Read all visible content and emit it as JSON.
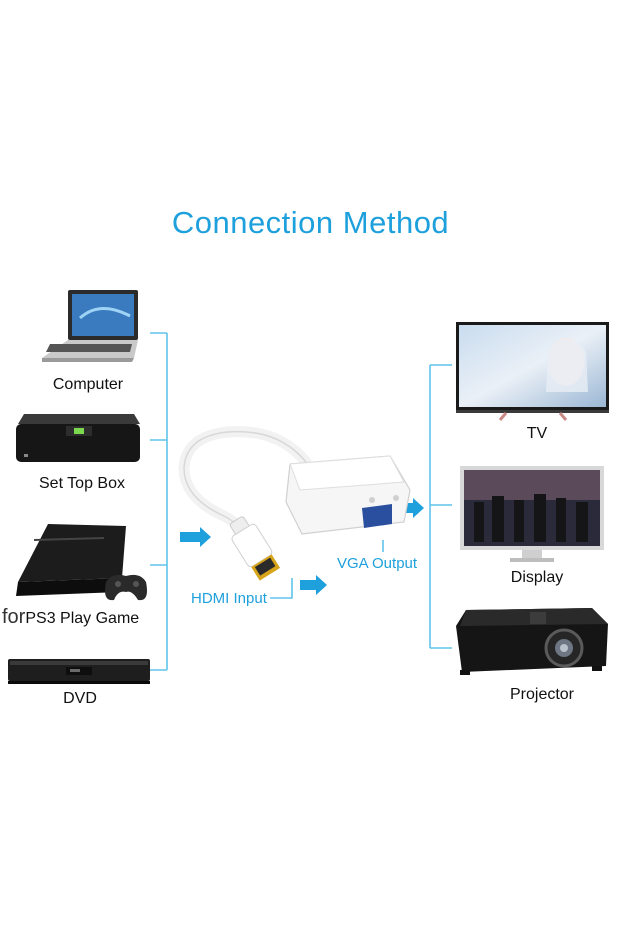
{
  "title": "Connection Method",
  "sources": [
    {
      "label": "Computer",
      "icon": "laptop-icon"
    },
    {
      "label": "Set Top Box",
      "icon": "set-top-box-icon"
    },
    {
      "label_prefix": "for",
      "label": "PS3 Play Game",
      "icon": "ps3-icon"
    },
    {
      "label": "DVD",
      "icon": "dvd-player-icon"
    }
  ],
  "adapter": {
    "input_label": "HDMI Input",
    "output_label": "VGA Output"
  },
  "outputs": [
    {
      "label": "TV",
      "icon": "tv-icon"
    },
    {
      "label": "Display",
      "icon": "monitor-icon"
    },
    {
      "label": "Projector",
      "icon": "projector-icon"
    }
  ],
  "colors": {
    "accent": "#1ea0dc",
    "line": "#5fc3ea"
  }
}
